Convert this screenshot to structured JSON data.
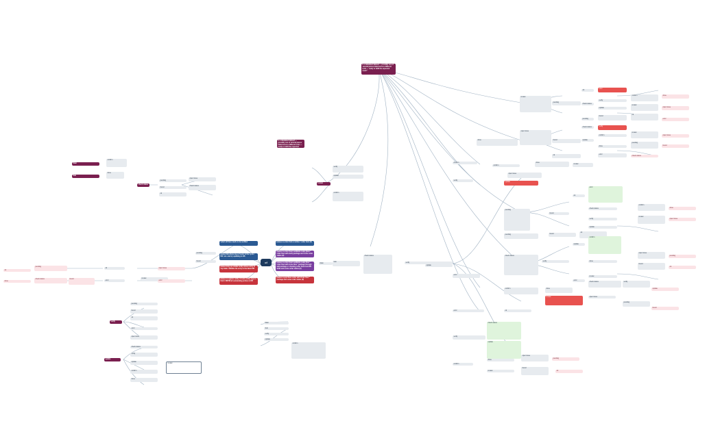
{
  "center": "cf",
  "root_question": "Is a tabulated dataset — possibly one of several pieces linked across different tools — ready to fulfil the expected need?",
  "clusters": [
    {
      "label": "select all fixes needs to be verified"
    },
    {
      "label": "please link where log or footer in the cycle / DB / etc. and try updating to DB"
    },
    {
      "label": "please bring up similar entity whose entry in any table. Validate the entry in the latest DB"
    },
    {
      "label": "please re-register entity of same entity type in third / DRPM all outstanding entries in DB"
    },
    {
      "label": "please re-order that a number / order item (if)"
    },
    {
      "label": "please re-order (best available route) (item * order flow with each) package and some order status (if)"
    },
    {
      "label": "please re-order (best available route) flow * order flow with some flow * package through add-package or showing order flow from DB while and some order status (if)"
    },
    {
      "label": "please re-purchase order with Order flow * package and some order status (if)"
    }
  ],
  "nodes": {
    "n_main": "Main",
    "n_sub": "Sub",
    "n_check": "check status",
    "n_verify": "verify",
    "n_update": "update",
    "n_confirm": "confirm",
    "n_done": "done",
    "n_review": "review",
    "n_open": "open issue",
    "n_pending": "pending",
    "n_found": "found",
    "n_ok": "ok",
    "n_err": "error"
  }
}
